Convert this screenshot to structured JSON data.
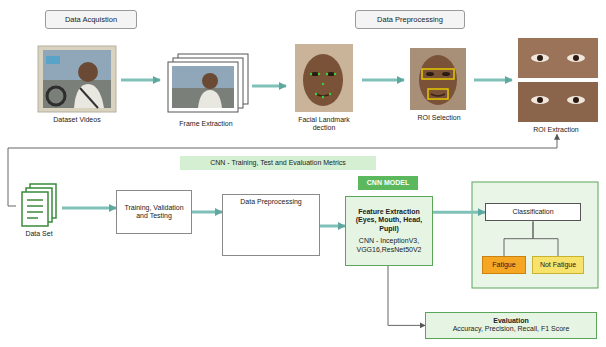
{
  "diagram": {
    "nodes": [
      {
        "text": [
          "Data Acquistion"
        ]
      },
      {
        "text": [
          "Dataset Videos"
        ]
      },
      {
        "text": [
          "Frame Extraction"
        ]
      },
      {
        "text": [
          "Facial Landmark dection"
        ]
      },
      {
        "text": [
          "Data Preprocessing"
        ]
      },
      {
        "text": [
          "ROI Selection"
        ]
      },
      {
        "text": [
          "ROI Extraction"
        ]
      },
      {
        "text": [
          "CNN - Training, Test and Evaluation Metrics"
        ]
      },
      {
        "text": [
          "Data Set"
        ]
      },
      {
        "text": [
          "Training, Validation and Testing"
        ]
      },
      {
        "text": [
          "Data Preprocessing"
        ]
      },
      {
        "text": [
          "CNN MODEL"
        ]
      },
      {
        "text": [
          "Feature Extraction (Eyes, Mouth, Head, Pupil)",
          "CNN - InceptionV3, VGG16,ResNet50V2"
        ]
      },
      {
        "text": [
          "Classification"
        ]
      },
      {
        "text": [
          "Fatigue"
        ]
      },
      {
        "text": [
          "Not Fatigue"
        ]
      },
      {
        "text": [
          "Evaluation",
          "Accuracy, Precision, Recall, F1 Score"
        ]
      }
    ],
    "edges": [
      {
        "from": 1,
        "to": 2,
        "arrow": "to"
      },
      {
        "from": 2,
        "to": 3,
        "arrow": "to"
      },
      {
        "from": 3,
        "to": 5,
        "arrow": "to"
      },
      {
        "from": 5,
        "to": 6,
        "arrow": "to"
      },
      {
        "from": 8,
        "to": 6,
        "arrow": "to"
      },
      {
        "from": 8,
        "to": 9,
        "arrow": "to"
      },
      {
        "from": 9,
        "to": 10,
        "arrow": "to"
      },
      {
        "from": 10,
        "to": 12,
        "arrow": "to"
      },
      {
        "from": 12,
        "to": 13,
        "arrow": "to"
      },
      {
        "from": 13,
        "to": 14,
        "arrow": "none"
      },
      {
        "from": 13,
        "to": 15,
        "arrow": "none"
      },
      {
        "from": 12,
        "to": 16,
        "arrow": "to"
      }
    ]
  }
}
